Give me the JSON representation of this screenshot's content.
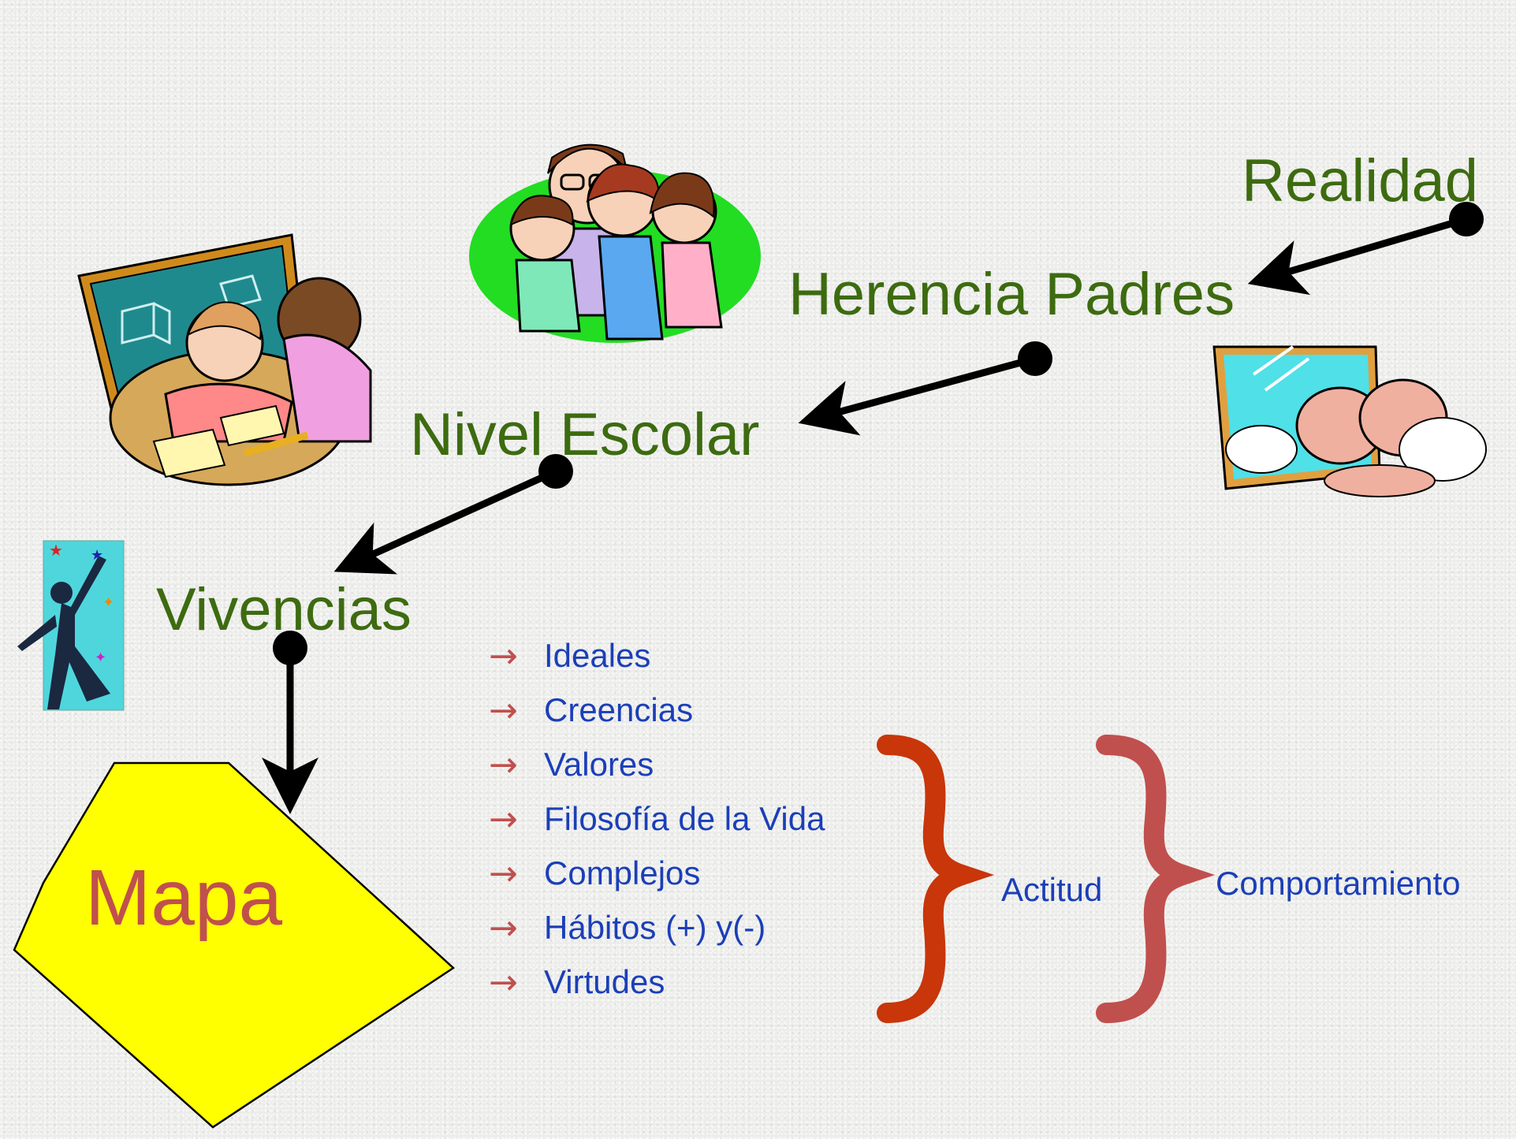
{
  "nodes": {
    "realidad": "Realidad",
    "herencia_padres": "Herencia Padres",
    "nivel_escolar": "Nivel Escolar",
    "vivencias": "Vivencias",
    "mapa": "Mapa"
  },
  "list": {
    "arrow_glyph": "→",
    "items": [
      "Ideales",
      "Creencias",
      "Valores",
      "Filosofía de la Vida",
      "Complejos",
      "Hábitos (+) y(-)",
      "Virtudes"
    ]
  },
  "results": {
    "actitud": "Actitud",
    "comportamiento": "Comportamiento"
  },
  "colors": {
    "label_green": "#3d6b10",
    "list_blue": "#1b3fb8",
    "list_arrow": "#c0504d",
    "mapa_fill": "#ffff00",
    "mapa_text": "#c0504d",
    "brace_1": "#c8360a",
    "brace_2": "#c0504d",
    "connector": "#000000"
  },
  "icons": [
    "family-clipart-icon",
    "classroom-clipart-icon",
    "twins-mirror-clipart-icon",
    "celebration-clipart-icon"
  ]
}
